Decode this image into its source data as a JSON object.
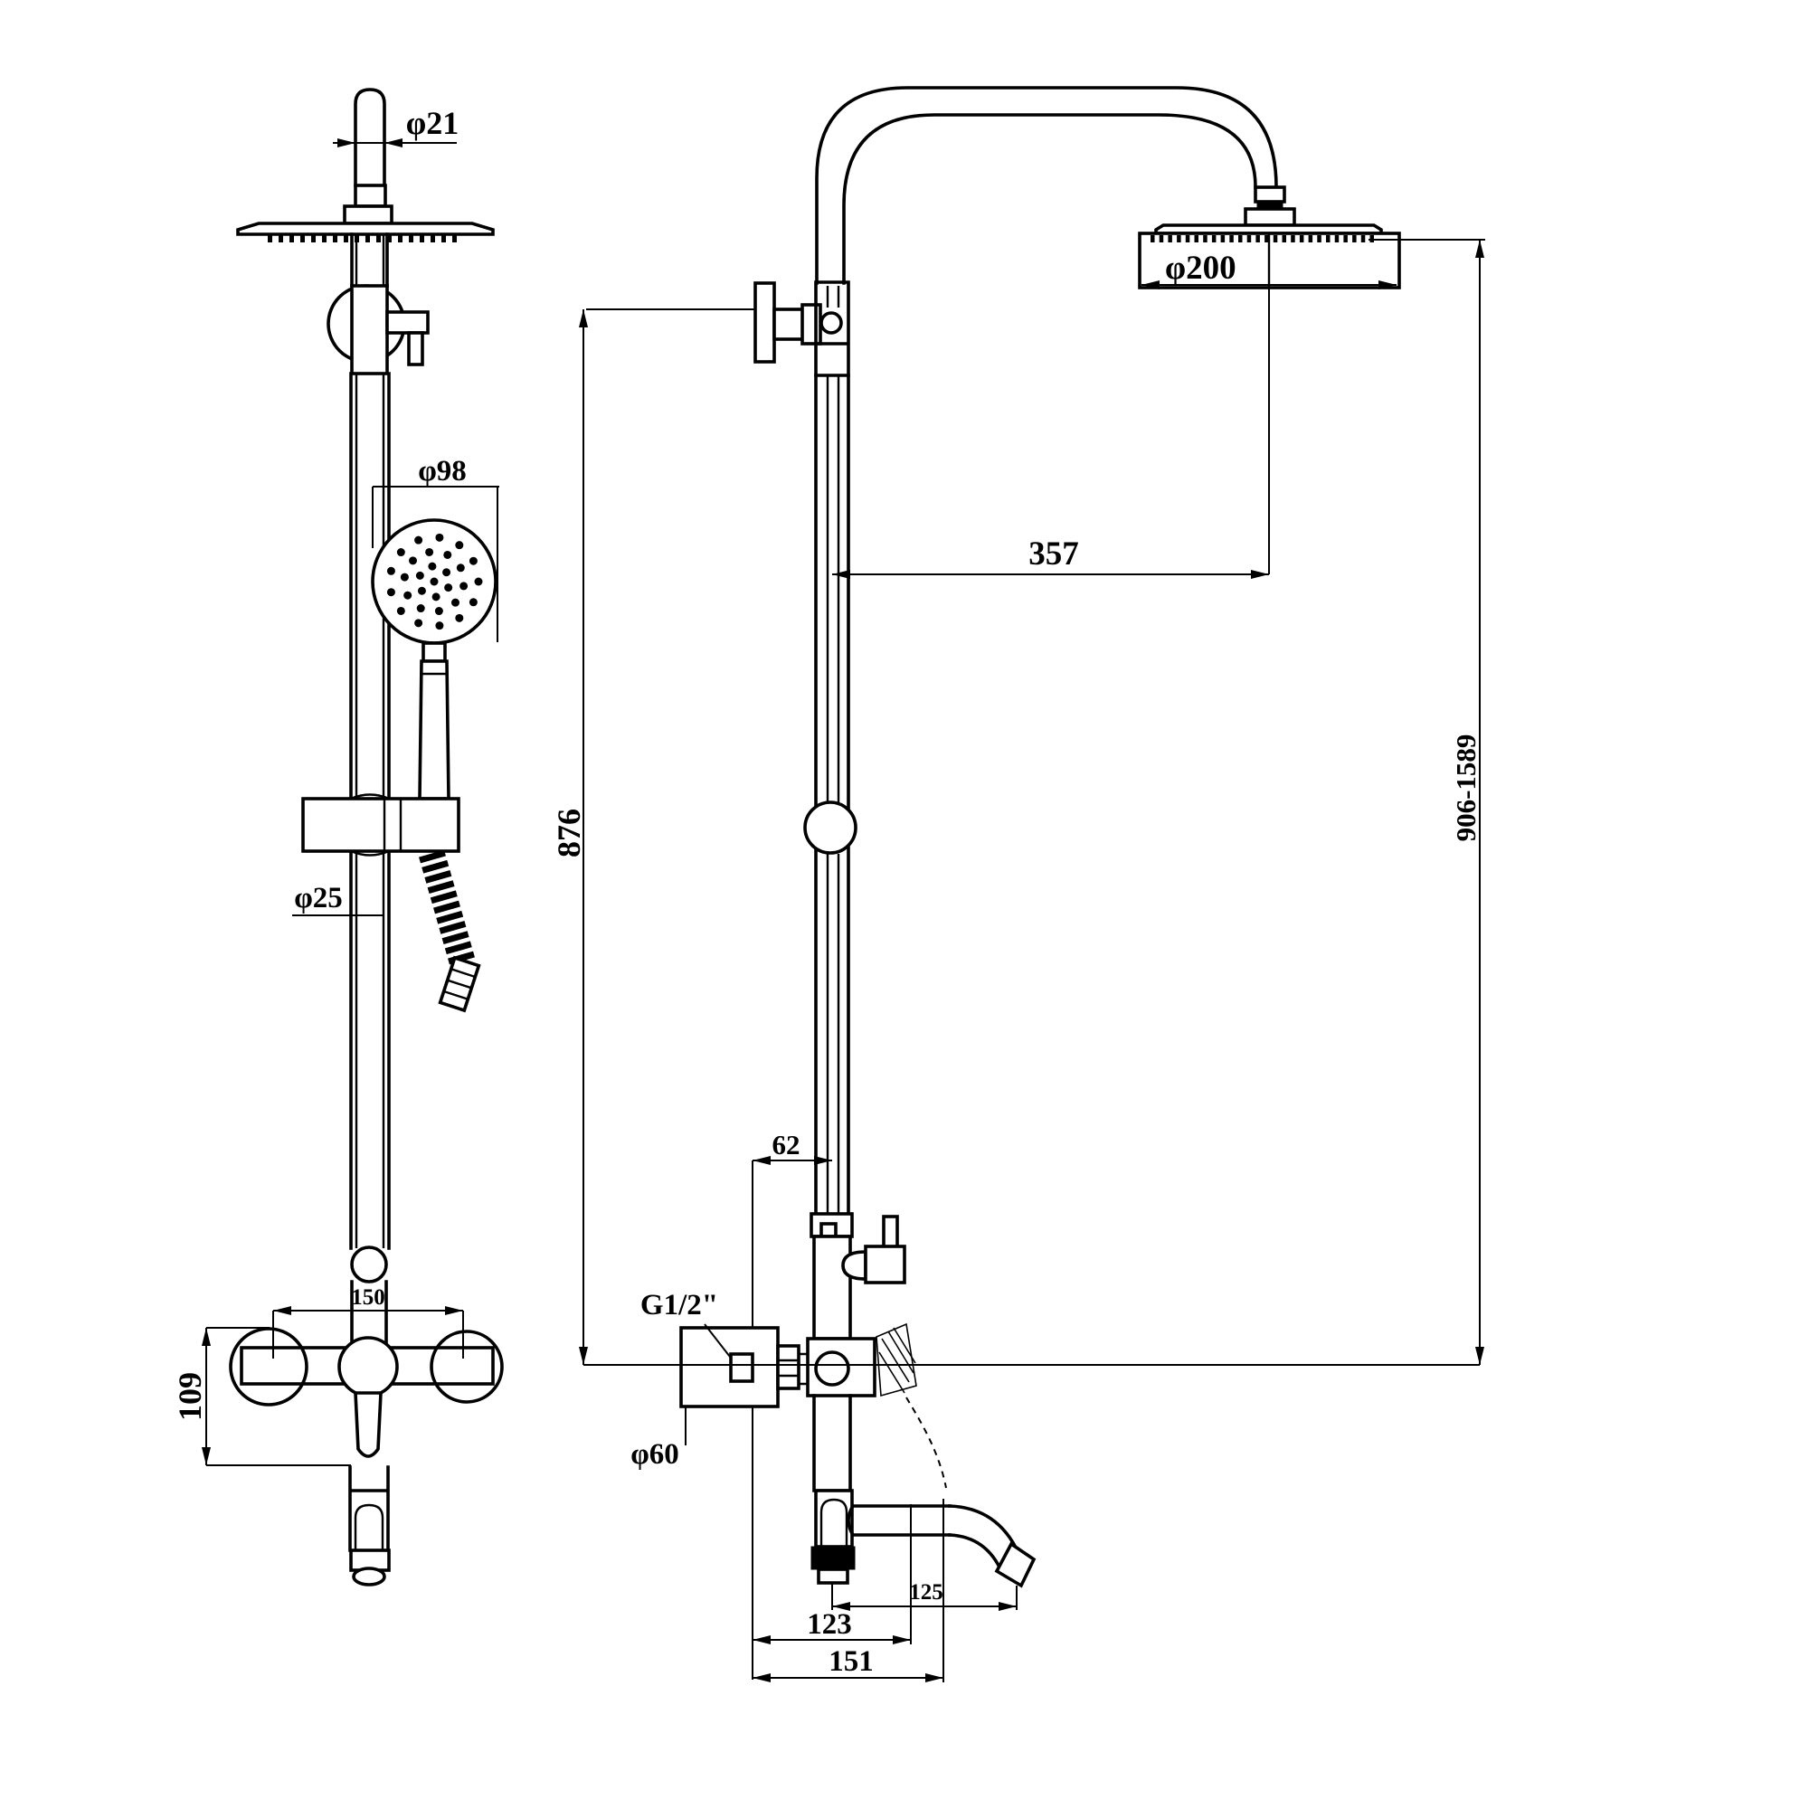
{
  "colors": {
    "line": "#000000",
    "background": "#ffffff"
  },
  "views": {
    "side": {
      "labels": {
        "pipe_diameter": "φ21",
        "hand_shower_diameter": "φ98",
        "slide_bar_diameter": "φ25",
        "valve_body_height": "109",
        "inlet_centers": "150"
      }
    },
    "front": {
      "labels": {
        "head_diameter": "φ200",
        "arm_reach": "357",
        "riser_height": "876",
        "overall_height_range": "906-1589",
        "wall_to_riser": "62",
        "inlet_thread": "G1/2\"",
        "escutcheon_diameter": "φ60",
        "spout_reach": "123",
        "overall_reach": "151",
        "spout_tip_offset": "125"
      }
    }
  }
}
